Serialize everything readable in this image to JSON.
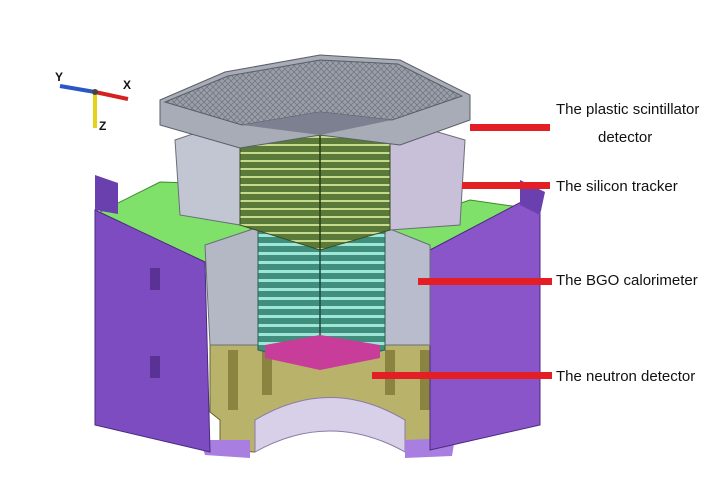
{
  "axes": {
    "x": "X",
    "y": "Y",
    "z": "Z"
  },
  "labels": {
    "plastic_line1": "The plastic scintillator",
    "plastic_line2": "detector",
    "silicon": "The silicon tracker",
    "bgo": "The BGO calorimeter",
    "neutron": "The neutron detector"
  },
  "colors": {
    "pointer_red": "#e31e24",
    "purple_panel": "#8a55c8",
    "green_panel": "#7fe06a",
    "gray_body": "#b4b8c4",
    "yellow_frame": "#b8b26a"
  }
}
